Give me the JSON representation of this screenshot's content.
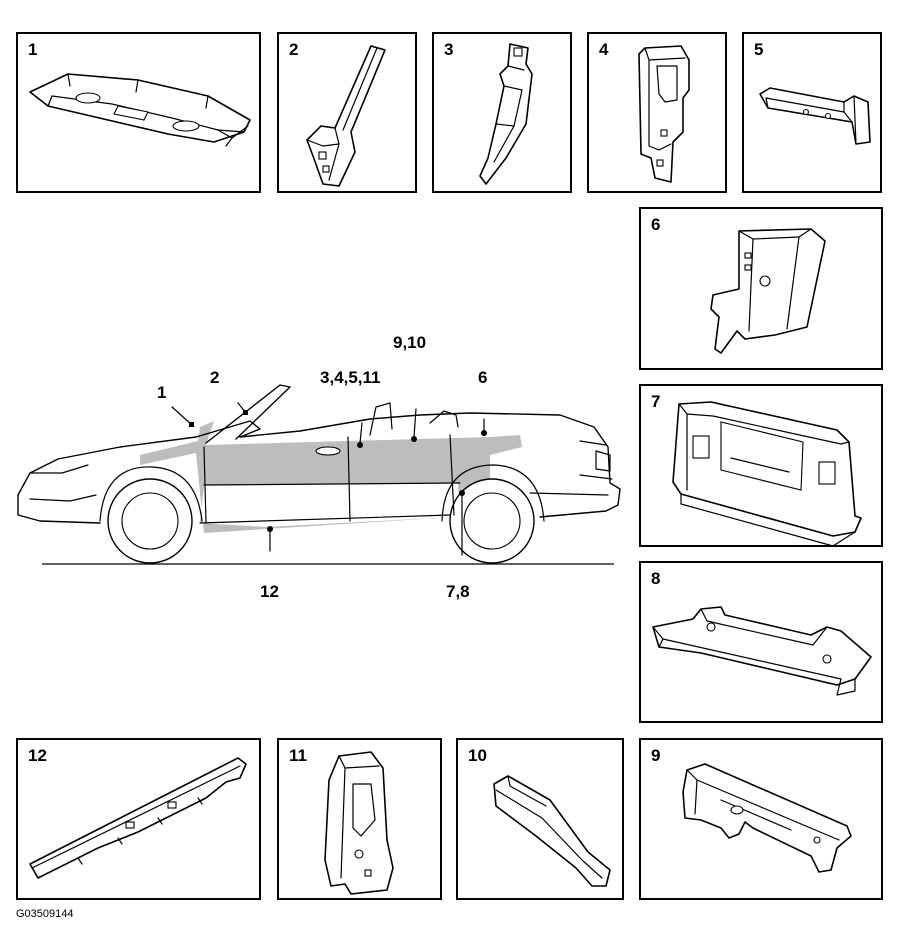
{
  "figure_code": "G03509144",
  "panels": [
    {
      "id": "p1",
      "label": "1"
    },
    {
      "id": "p2",
      "label": "2"
    },
    {
      "id": "p3",
      "label": "3"
    },
    {
      "id": "p4",
      "label": "4"
    },
    {
      "id": "p5",
      "label": "5"
    },
    {
      "id": "p6",
      "label": "6"
    },
    {
      "id": "p7",
      "label": "7"
    },
    {
      "id": "p8",
      "label": "8"
    },
    {
      "id": "p9",
      "label": "9"
    },
    {
      "id": "p10",
      "label": "10"
    },
    {
      "id": "p11",
      "label": "11"
    },
    {
      "id": "p12",
      "label": "12"
    }
  ],
  "car_callouts": {
    "c1": "1",
    "c2": "2",
    "c345_11": "3,4,5,11",
    "c9_10": "9,10",
    "c6": "6",
    "c12": "12",
    "c7_8": "7,8"
  },
  "colors": {
    "highlight": "#bdbdbd",
    "line": "#000000"
  }
}
